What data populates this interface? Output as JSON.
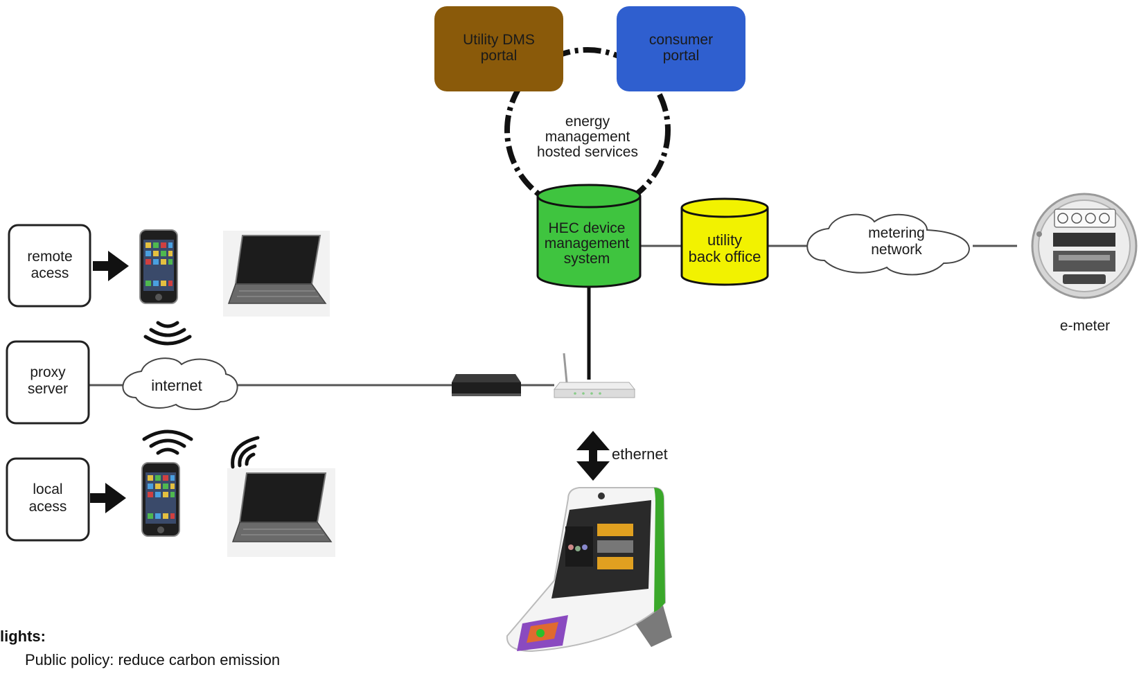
{
  "diagram": {
    "portals": {
      "utility_dms": [
        "Utility DMS",
        "portal"
      ],
      "consumer": [
        "consumer",
        "portal"
      ]
    },
    "hosted_services": [
      "energy",
      "management",
      "hosted services"
    ],
    "hec_system": [
      "HEC device",
      "management",
      "system"
    ],
    "back_office": [
      "utility",
      "back office"
    ],
    "metering_network": [
      "metering",
      "network"
    ],
    "emeter_label": "e-meter",
    "remote_access": [
      "remote",
      "acess"
    ],
    "proxy_server": [
      "proxy",
      "server"
    ],
    "local_access": [
      "local",
      "acess"
    ],
    "internet": "internet",
    "ethernet": "ethernet"
  },
  "footer": {
    "heading": "lights:",
    "item": "Public policy: reduce carbon emission"
  },
  "colors": {
    "utility_dms": "#8a5a0a",
    "consumer_portal": "#2f5fcf",
    "hec_system": "#3fc43f",
    "back_office": "#f2f200",
    "accent_green": "#3aa82a"
  }
}
